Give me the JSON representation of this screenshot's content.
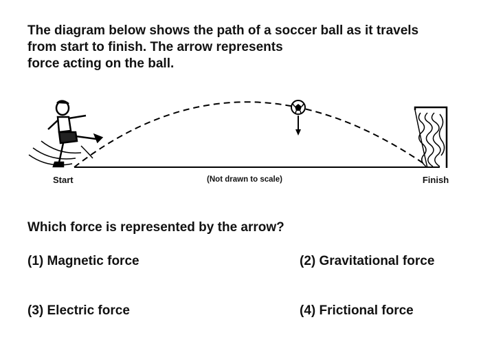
{
  "intro": {
    "line1": "The diagram below shows the path of a soccer ball as it travels",
    "line2": "from start to finish. The arrow represents",
    "line3": "force acting on the ball."
  },
  "diagram": {
    "start_label": "Start",
    "scale_note": "(Not drawn to scale)",
    "finish_label": "Finish"
  },
  "question": "Which force is represented by the arrow?",
  "choices": [
    "(1) Magnetic force",
    "(2) Gravitational force",
    "(3) Electric force",
    "(4) Frictional force"
  ]
}
